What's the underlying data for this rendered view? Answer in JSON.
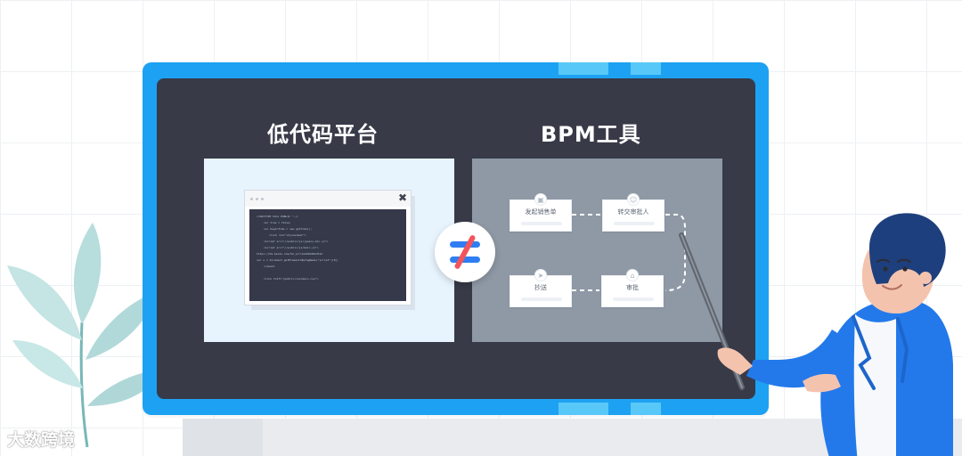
{
  "board": {
    "left_title": "低代码平台",
    "right_title": "BPM工具"
  },
  "code_window": {
    "close_glyph": "✖",
    "lines": [
      "<!DOCTYPE html PUBLIC \"-//",
      "var tree = false;",
      "var beginTime = new getTime();",
      "<link rel=\"stylesheet\">",
      "<script src=\"//public/js/jquery.min.js\">",
      "<script src=\"//public/js/main.js\">",
      "https://hm.baidu.com/hm.js?c1a494b28e351d",
      "var s = document.getElementsByTagName(\"script\")[0];",
      "</head>",
      "<link href=\"/public/css/main.css\">"
    ]
  },
  "flow": {
    "steps": [
      {
        "label": "发起销售单",
        "icon": "document-icon"
      },
      {
        "label": "转交审批人",
        "icon": "user-icon"
      },
      {
        "label": "抄送",
        "icon": "send-icon"
      },
      {
        "label": "审批",
        "icon": "stamp-icon"
      }
    ]
  },
  "watermark": "大数跨境",
  "colors": {
    "board_frame": "#1da1f2",
    "board_surface": "#383a48",
    "left_panel": "#e7f3fd",
    "right_panel": "#8f99a6",
    "not_equal_bar": "#2f7df2",
    "not_equal_slash": "#f2545b"
  }
}
